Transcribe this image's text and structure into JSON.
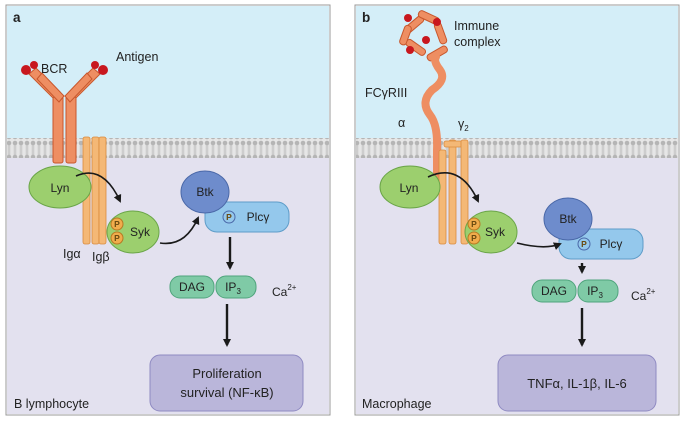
{
  "panels": [
    {
      "letter": "a",
      "cell_label": "B lymphocyte",
      "receptor_label": "BCR",
      "ligand_label": "Antigen",
      "chain_labels": [
        "Igα",
        "Igβ"
      ],
      "kinases": {
        "src": "Lyn",
        "syk": "Syk",
        "btk": "Btk",
        "plc": "Plcγ"
      },
      "second_messengers": [
        "DAG",
        "IP",
        "3",
        "Ca",
        "2+"
      ],
      "outcome_lines": [
        "Proliferation",
        "survival (NF-κB)"
      ]
    },
    {
      "letter": "b",
      "cell_label": "Macrophage",
      "receptor_label": "FCγRIII",
      "ligand_lines": [
        "Immune",
        "complex"
      ],
      "chain_labels": [
        "α",
        "γ",
        "2"
      ],
      "kinases": {
        "src": "Lyn",
        "syk": "Syk",
        "btk": "Btk",
        "plc": "Plcγ"
      },
      "second_messengers": [
        "DAG",
        "IP",
        "3",
        "Ca",
        "2+"
      ],
      "outcome_lines": [
        "TNFα, IL-1β, IL-6"
      ]
    }
  ],
  "phospho_symbol": "P",
  "colors": {
    "extracellular": "#d4eef8",
    "cytoplasm": "#e3e1ef",
    "membrane": "#b9b9b9",
    "receptor": "#ee8e62",
    "receptor_edge": "#c8572c",
    "antigen_tip": "#c8171e",
    "chain": "#f4b876",
    "lyn_syk": "#9ccf6e",
    "btk": "#6e8ccc",
    "plc": "#94c8ec",
    "messenger": "#7fcaa6",
    "phospho": "#f0ac4c",
    "outcome_box": "#bab6da"
  }
}
